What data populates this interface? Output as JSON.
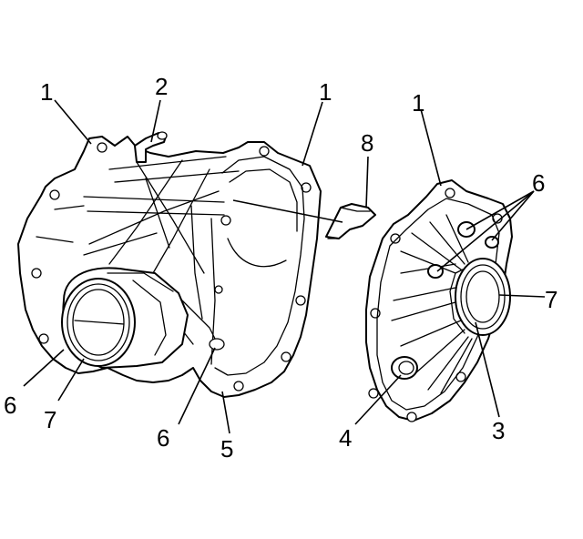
{
  "callouts": {
    "left_case_top": "1",
    "vent_tube": "2",
    "rear_case_top": "1",
    "cover_top": "1",
    "clip": "8",
    "cover_dowels": "6",
    "cover_seal": "7",
    "cover_bearing": "3",
    "cover_boss": "4",
    "case_seal_left": "7",
    "case_dowel_left": "6",
    "case_dowel_center": "6",
    "case_flange": "5"
  }
}
